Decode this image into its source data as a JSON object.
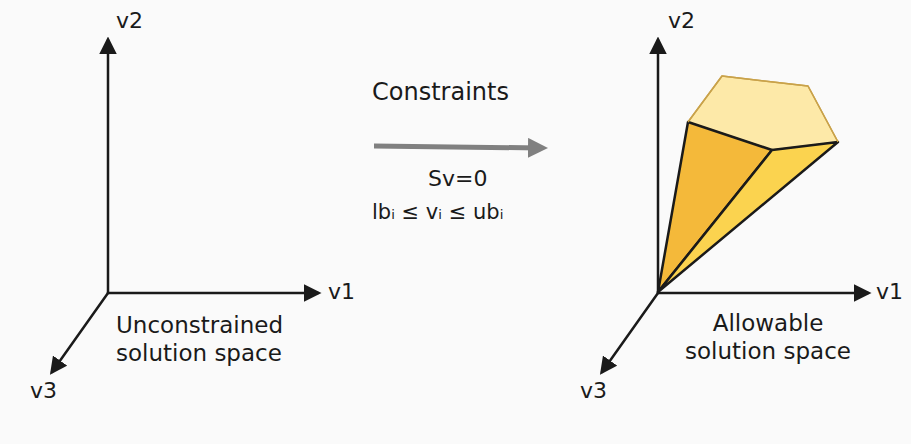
{
  "diagram": {
    "labels": [
      "v2",
      "v1",
      "v3",
      "Unconstrained solution space",
      "Constraints",
      "Sv=0",
      "lbᵢ ≤ vᵢ ≤ ubᵢ",
      "v2",
      "v1",
      "v3",
      "Allowable solution space"
    ]
  }
}
